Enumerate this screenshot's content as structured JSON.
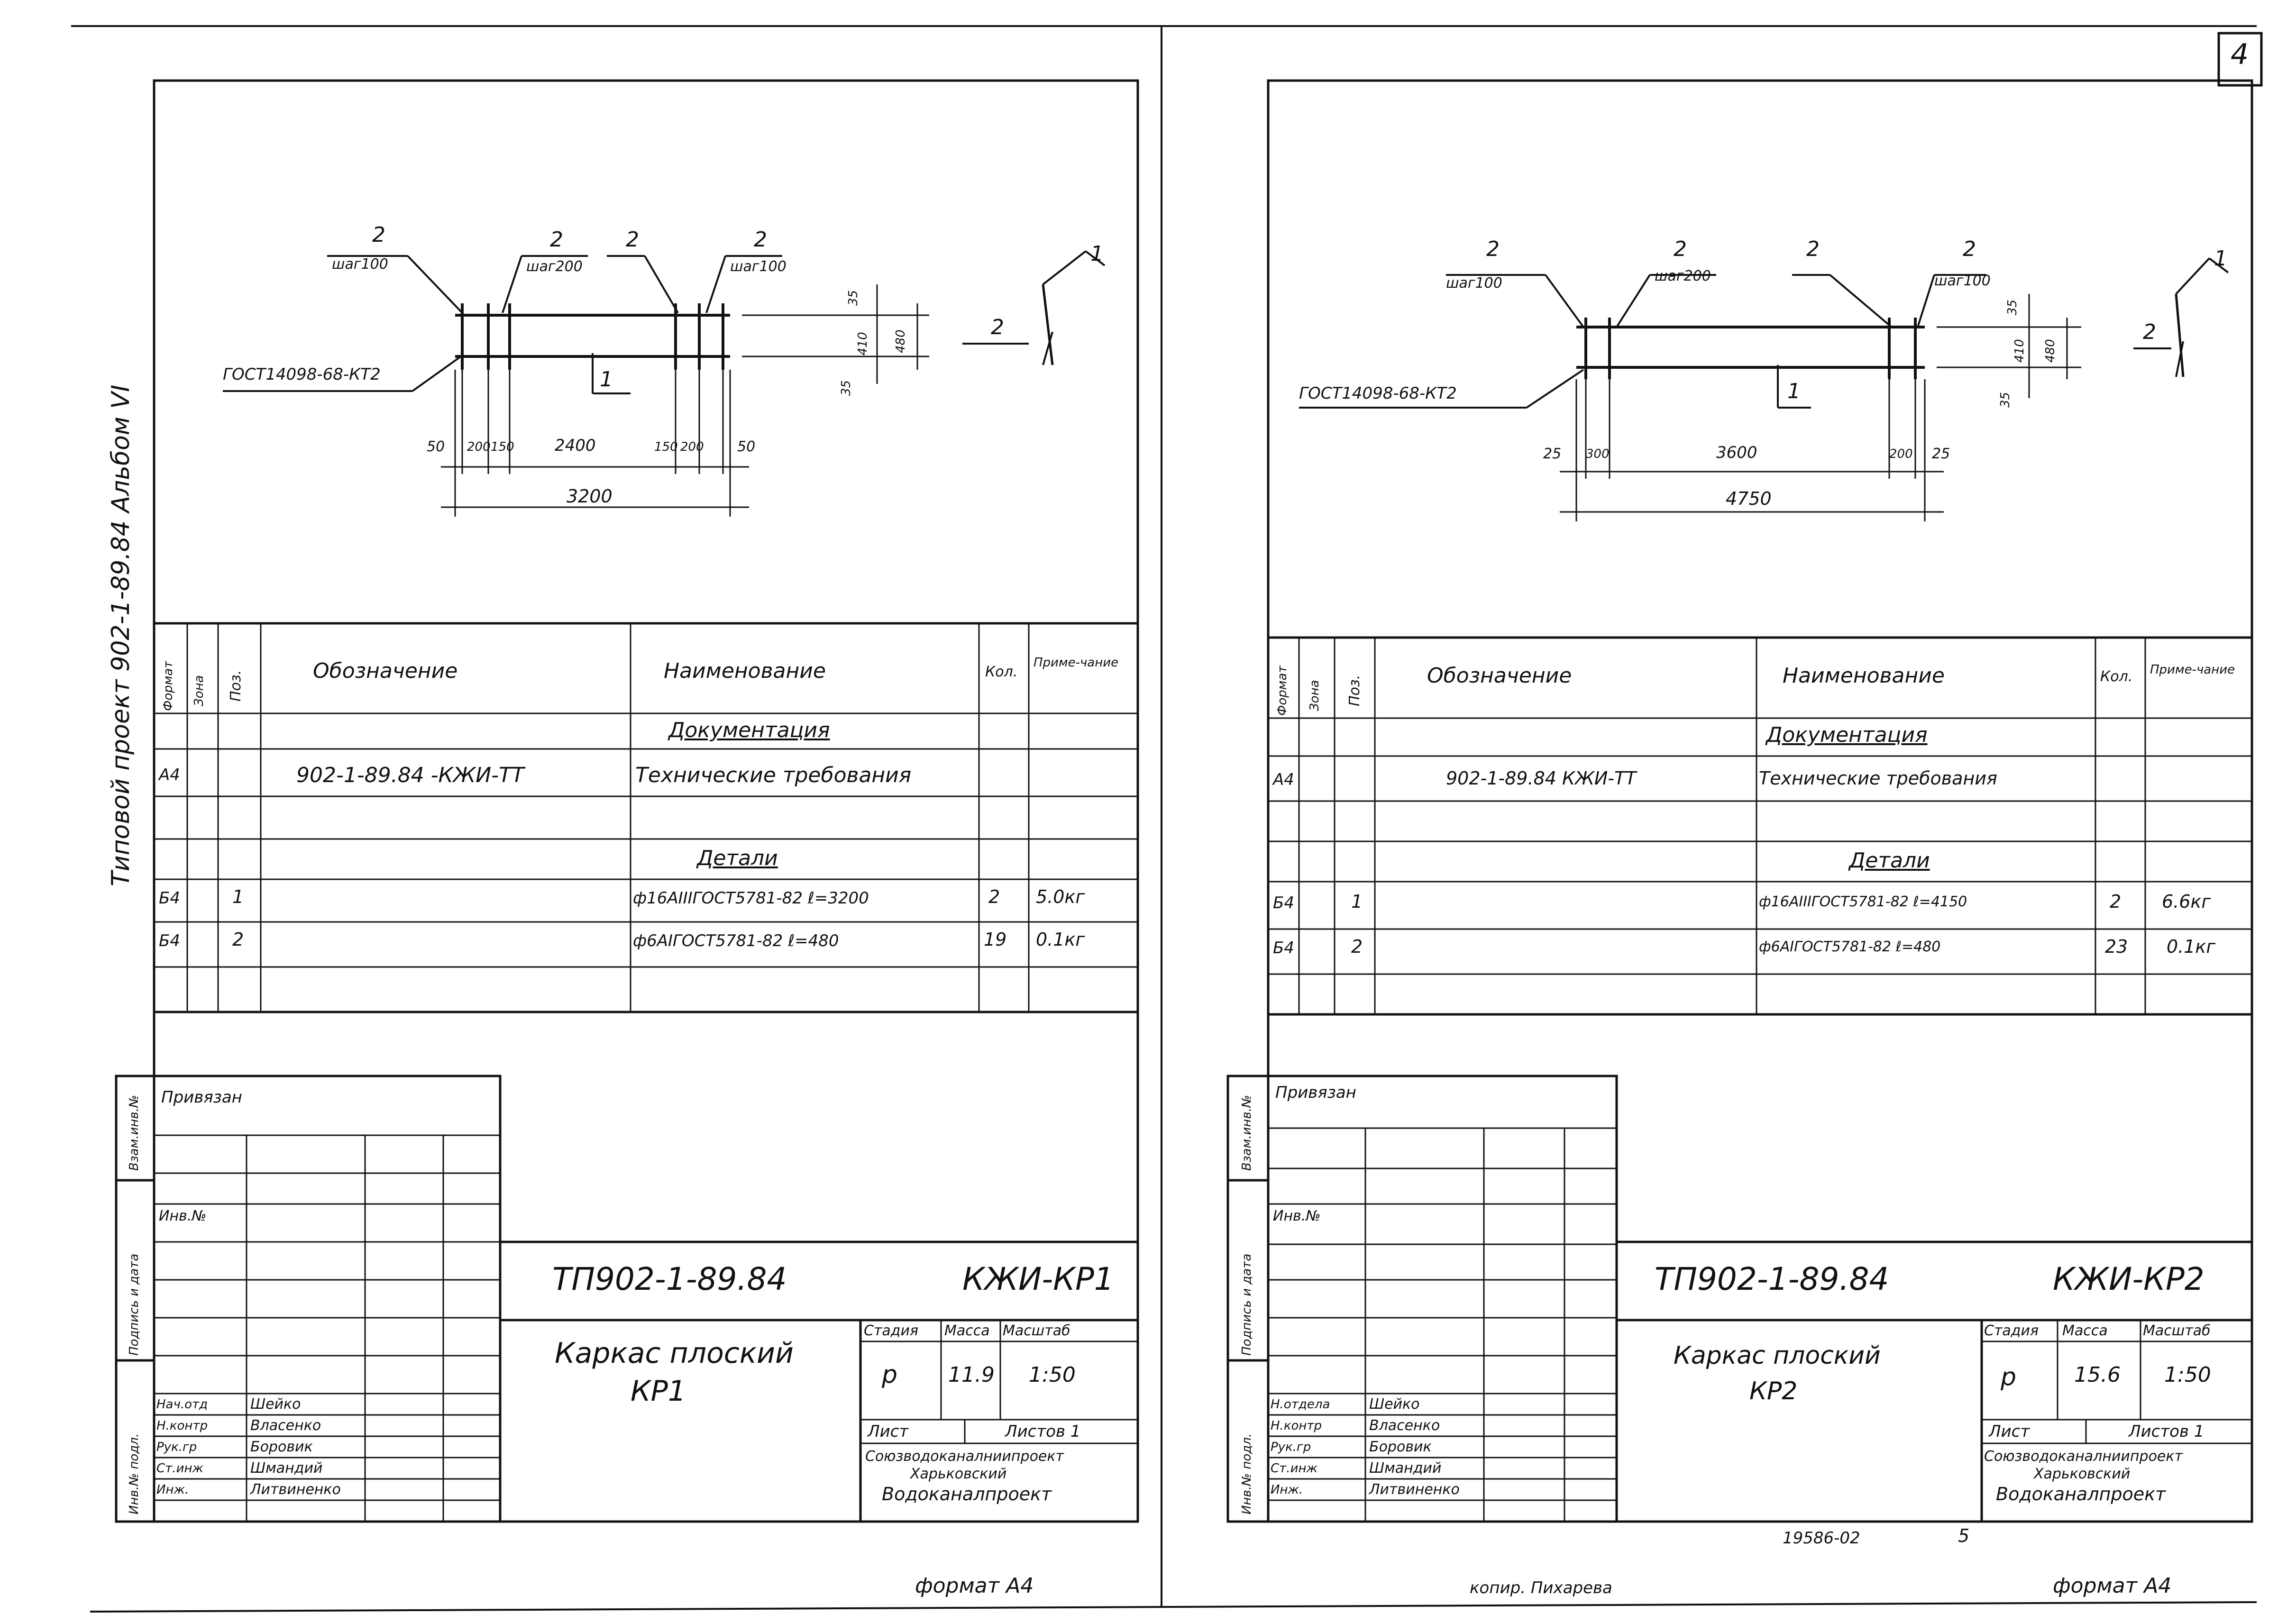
{
  "page_number": "4",
  "album_label": "Типовой проект 902-1-89.84 Альбом VI",
  "copier": "копир. Пихарева",
  "archive_number": "19586-02",
  "archive_sheet": "5",
  "stamp_side_labels": [
    "Взам.инв.№",
    "Подпись и дата",
    "Инв.№ подл."
  ],
  "sheets": [
    {
      "id": "left",
      "drawing": {
        "gost": "ГОСТ14098-68-КТ2",
        "callouts": [
          {
            "num": "2",
            "sub": "шаг100"
          },
          {
            "num": "2",
            "sub": "шаг200"
          },
          {
            "num": "2",
            "sub": ""
          },
          {
            "num": "2",
            "sub": "шаг100"
          }
        ],
        "pos1": "1",
        "dims_bottom": [
          "50",
          "200",
          "150",
          "2400",
          "150",
          "200",
          "50"
        ],
        "total": "3200",
        "dims_right": [
          "35",
          "410",
          "35"
        ],
        "height": "480",
        "section": {
          "num1": "1",
          "num2": "2"
        }
      },
      "spec": {
        "headers": [
          "Формат",
          "Зона",
          "Поз.",
          "Обозначение",
          "Наименование",
          "Кол.",
          "Приме-чание"
        ],
        "section_doc": "Документация",
        "doc_row": {
          "format": "А4",
          "designation": "902-1-89.84 -КЖИ-ТТ",
          "name": "Технические требования"
        },
        "section_parts": "Детали",
        "rows": [
          {
            "format": "Б4",
            "pos": "1",
            "name": "ф16АIIIГОСТ5781-82 ℓ=3200",
            "qty": "2",
            "note": "5.0кг"
          },
          {
            "format": "Б4",
            "pos": "2",
            "name": "ф6АIГОСТ5781-82 ℓ=480",
            "qty": "19",
            "note": "0.1кг"
          }
        ]
      },
      "title_block": {
        "privyazan": "Привязан",
        "inv": "Инв.№",
        "code": "ТП902-1-89.84",
        "mark": "КЖИ-КР1",
        "title_line1": "Каркас плоский",
        "title_line2": "КР1",
        "stage_label": "Стадия",
        "mass_label": "Масса",
        "scale_label": "Масштаб",
        "stage": "р",
        "mass": "11.9",
        "scale": "1:50",
        "sheet_label": "Лист",
        "sheets_label": "Листов 1",
        "org1": "Союзводоканалниипроект",
        "org2": "Харьковский",
        "org3": "Водоканалпроект",
        "people": [
          {
            "role": "Нач.отд",
            "name": "Шейко"
          },
          {
            "role": "Н.контр",
            "name": "Власенко"
          },
          {
            "role": "Рук.гр",
            "name": "Боровик"
          },
          {
            "role": "Ст.инж",
            "name": "Шмандий"
          },
          {
            "role": "Инж.",
            "name": "Литвиненко"
          }
        ],
        "format": "формат А4"
      }
    },
    {
      "id": "right",
      "drawing": {
        "gost": "ГОСТ14098-68-КТ2",
        "callouts": [
          {
            "num": "2",
            "sub": "шаг100"
          },
          {
            "num": "2",
            "sub": "шаг200"
          },
          {
            "num": "2",
            "sub": ""
          },
          {
            "num": "2",
            "sub": "шаг100"
          }
        ],
        "pos1": "1",
        "dims_bottom": [
          "25",
          "300",
          "3600",
          "200",
          "25"
        ],
        "total": "4750",
        "dims_right": [
          "35",
          "410",
          "35"
        ],
        "height": "480",
        "section": {
          "num1": "1",
          "num2": "2"
        }
      },
      "spec": {
        "headers": [
          "Формат",
          "Зона",
          "Поз.",
          "Обозначение",
          "Наименование",
          "Кол.",
          "Приме-чание"
        ],
        "section_doc": "Документация",
        "doc_row": {
          "format": "А4",
          "designation": "902-1-89.84 КЖИ-ТТ",
          "name": "Технические требования"
        },
        "section_parts": "Детали",
        "rows": [
          {
            "format": "Б4",
            "pos": "1",
            "name": "ф16АIIIГОСТ5781-82 ℓ=4150",
            "qty": "2",
            "note": "6.6кг"
          },
          {
            "format": "Б4",
            "pos": "2",
            "name": "ф6АIГОСТ5781-82 ℓ=480",
            "qty": "23",
            "note": "0.1кг"
          }
        ]
      },
      "title_block": {
        "privyazan": "Привязан",
        "inv": "Инв.№",
        "code": "ТП902-1-89.84",
        "mark": "КЖИ-КР2",
        "title_line1": "Каркас плоский",
        "title_line2": "КР2",
        "stage_label": "Стадия",
        "mass_label": "Масса",
        "scale_label": "Масштаб",
        "stage": "р",
        "mass": "15.6",
        "scale": "1:50",
        "sheet_label": "Лист",
        "sheets_label": "Листов 1",
        "org1": "Союзводоканалниипроект",
        "org2": "Харьковский",
        "org3": "Водоканалпроект",
        "people": [
          {
            "role": "Н.отдела",
            "name": "Шейко"
          },
          {
            "role": "Н.контр",
            "name": "Власенко"
          },
          {
            "role": "Рук.гр",
            "name": "Боровик"
          },
          {
            "role": "Ст.инж",
            "name": "Шмандий"
          },
          {
            "role": "Инж.",
            "name": "Литвиненко"
          }
        ],
        "format": "формат А4"
      }
    }
  ]
}
